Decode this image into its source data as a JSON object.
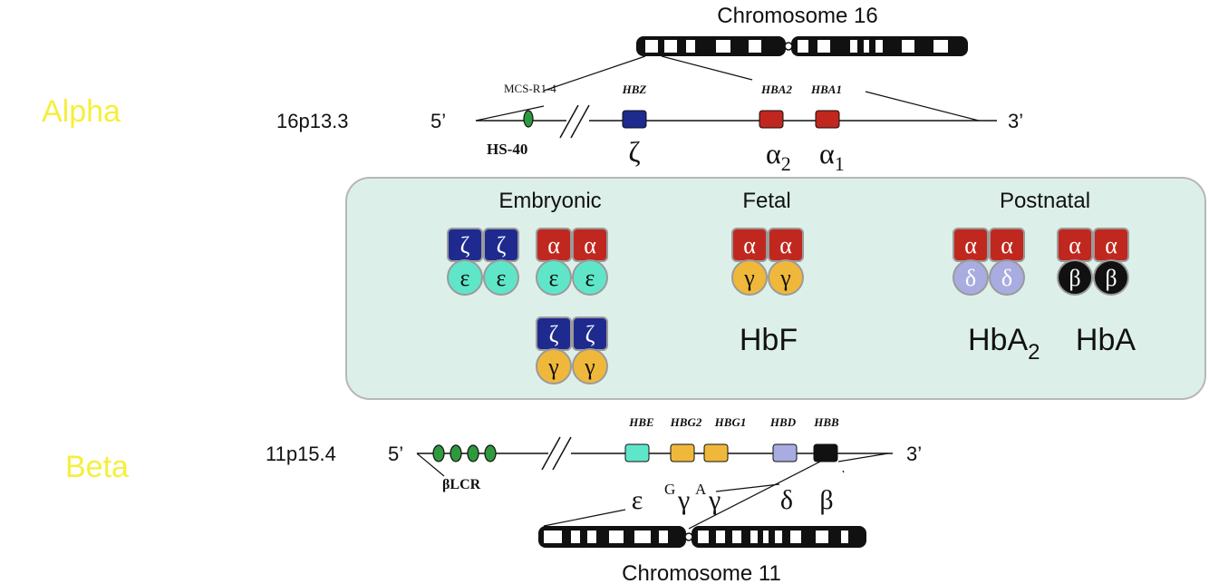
{
  "colors": {
    "alpha_label": "#f5ef3c",
    "beta_label": "#f5ef3c",
    "zeta": "#1f2a8f",
    "alpha_chain": "#c0271e",
    "epsilon": "#5fe6c9",
    "gamma": "#f0b83a",
    "delta": "#a9ace0",
    "beta_chain": "#111111",
    "panel_fill": "#ddefe9",
    "panel_stroke": "#b7b7b7"
  },
  "side_labels": {
    "alpha": "Alpha",
    "beta": "Beta"
  },
  "chr16": {
    "title": "Chromosome 16",
    "locus": "16p13.3",
    "five_prime": "5’",
    "three_prime": "3’",
    "mcs": "MCS-R1-4",
    "hs40": "HS-40",
    "genes": [
      "HBZ",
      "HBA2",
      "HBA1"
    ],
    "greek": {
      "zeta": "ζ",
      "a2_base": "α",
      "a2_sub": "2",
      "a1_base": "α",
      "a1_sub": "1"
    }
  },
  "panel": {
    "stages": [
      "Embryonic",
      "Fetal",
      "Postnatal"
    ],
    "names": {
      "hbf": "HbF",
      "hba2_base": "HbA",
      "hba2_sub": "2",
      "hba": "HbA"
    },
    "chain_symbols": {
      "zeta": "ζ",
      "alpha": "α",
      "epsilon": "ε",
      "gamma": "γ",
      "delta": "δ",
      "beta": "β"
    }
  },
  "chr11": {
    "title": "Chromosome 11",
    "locus": "11p15.4",
    "five_prime": "5’",
    "three_prime": "3’",
    "lcr": "βLCR",
    "genes": [
      "HBE",
      "HBG2",
      "HBG1",
      "HBD",
      "HBB"
    ],
    "greek": {
      "epsilon": "ε",
      "g_sup": "G",
      "gamma1": "γ",
      "a_sup": "A",
      "gamma2": "γ",
      "delta": "δ",
      "beta": "β"
    }
  }
}
